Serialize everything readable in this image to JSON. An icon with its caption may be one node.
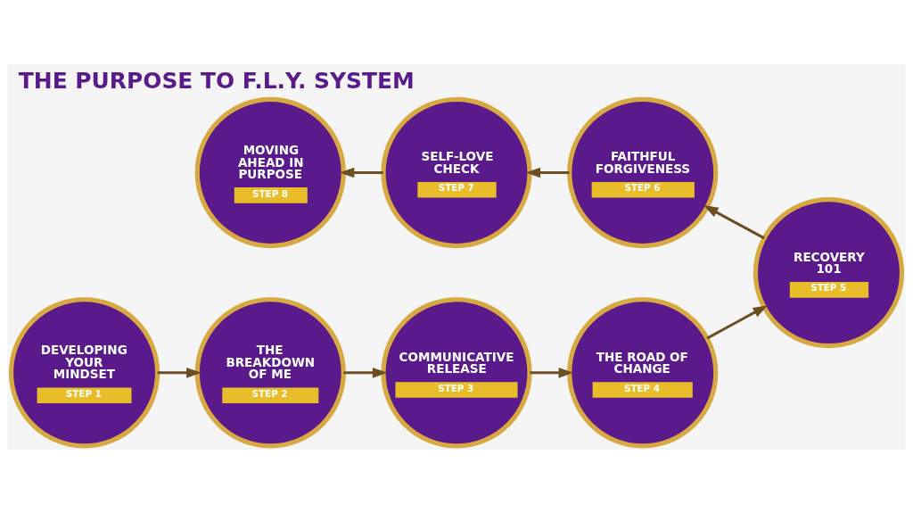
{
  "diagram": {
    "title": "THE PURPOSE TO F.L.Y. SYSTEM",
    "nodes": [
      {
        "text": [
          "DEVELOPING YOUR MINDSET",
          "STEP 1"
        ]
      },
      {
        "text": [
          "THE BREAKDOWN OF ME",
          "STEP 2"
        ]
      },
      {
        "text": [
          "COMMUNICATIVE RELEASE",
          "STEP 3"
        ]
      },
      {
        "text": [
          "THE ROAD OF CHANGE",
          "STEP 4"
        ]
      },
      {
        "text": [
          "RECOVERY 101",
          "STEP 5"
        ]
      },
      {
        "text": [
          "FAITHFUL FORGIVENESS",
          "STEP 6"
        ]
      },
      {
        "text": [
          "SELF-LOVE CHECK",
          "STEP 7"
        ]
      },
      {
        "text": [
          "MOVING AHEAD IN PURPOSE",
          "STEP 8"
        ]
      }
    ],
    "edges": [
      {
        "from": 0,
        "to": 1,
        "arrow": "to"
      },
      {
        "from": 1,
        "to": 2,
        "arrow": "to"
      },
      {
        "from": 2,
        "to": 3,
        "arrow": "to"
      },
      {
        "from": 3,
        "to": 4,
        "arrow": "to"
      },
      {
        "from": 4,
        "to": 5,
        "arrow": "to"
      },
      {
        "from": 5,
        "to": 6,
        "arrow": "to"
      },
      {
        "from": 6,
        "to": 7,
        "arrow": "to"
      }
    ]
  }
}
